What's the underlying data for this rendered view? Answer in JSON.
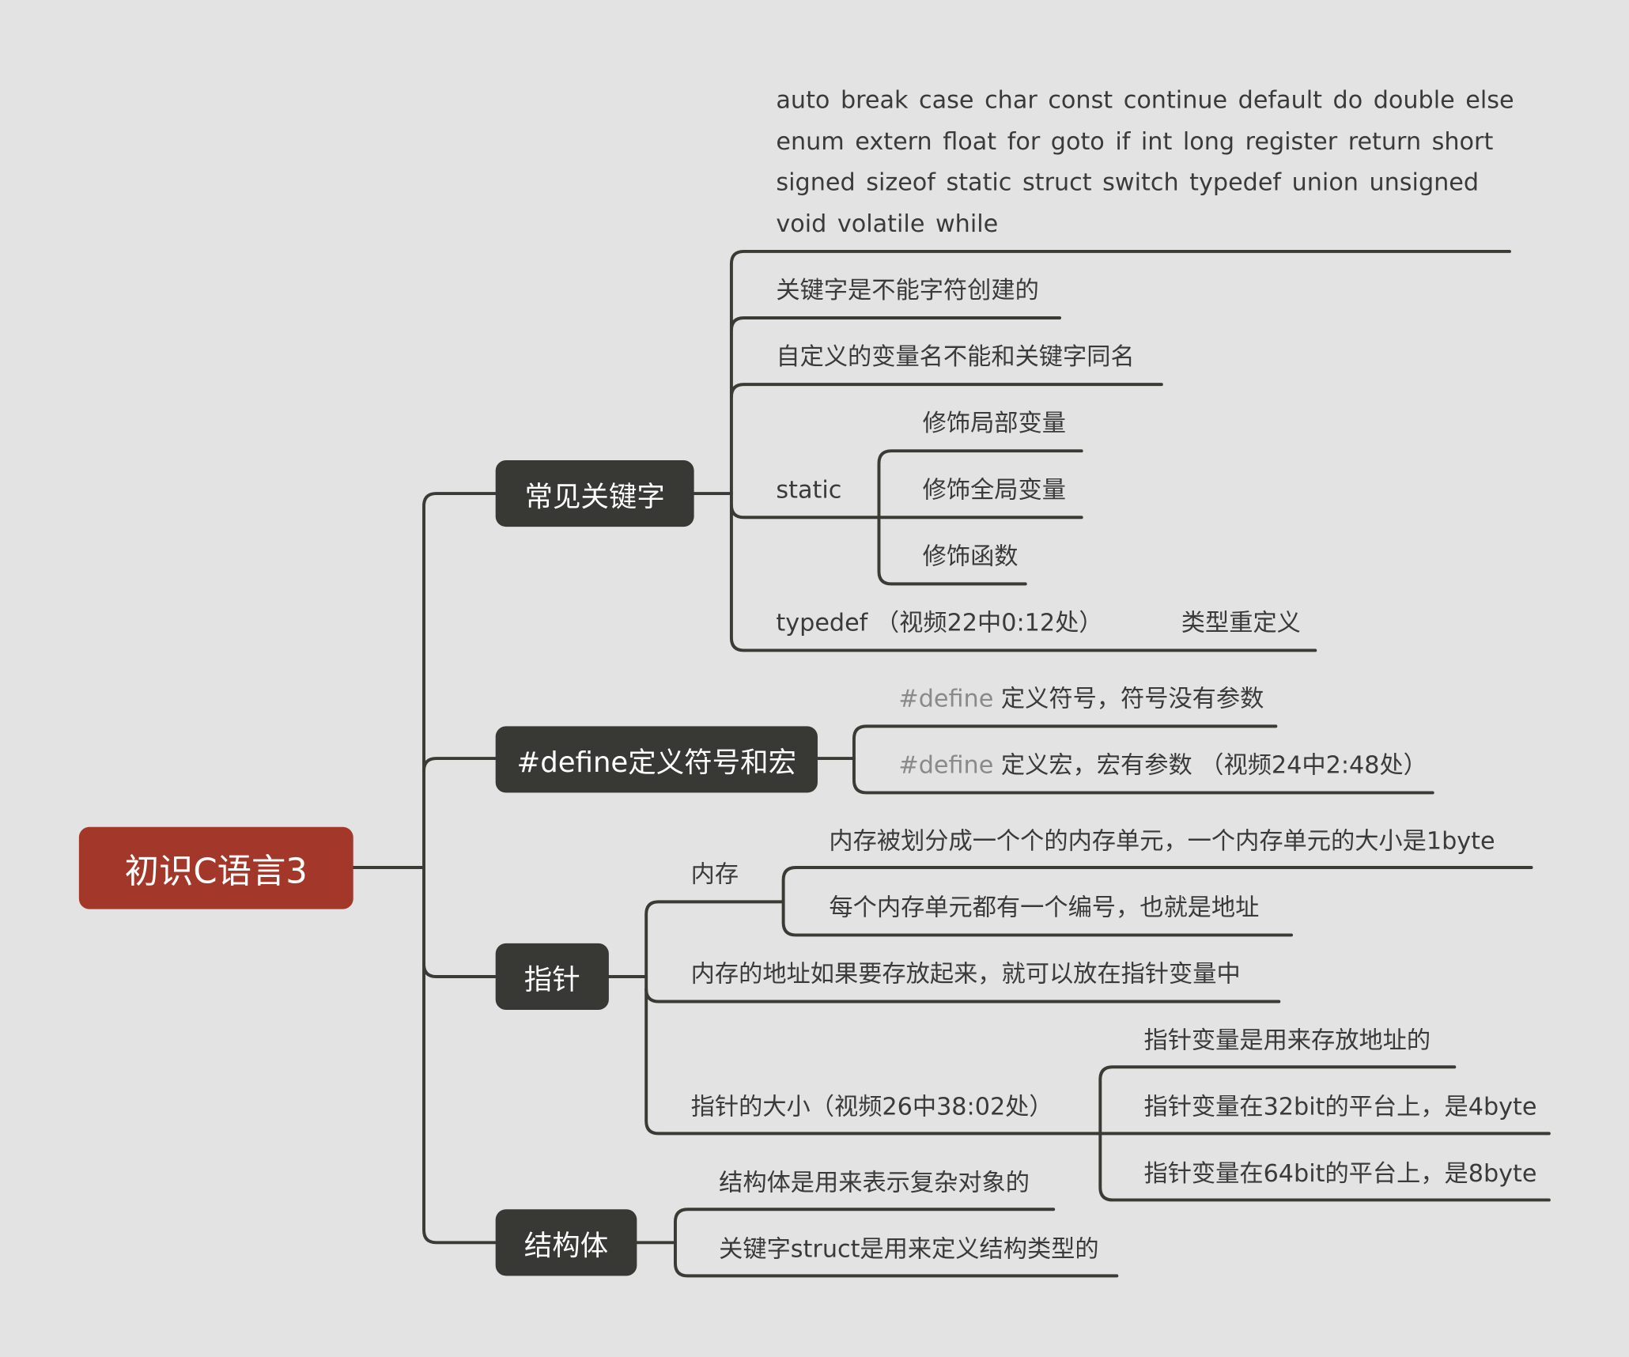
{
  "root": "初识C语言3",
  "colors": {
    "root": "#a3372a",
    "branch": "#383934",
    "line": "#3b3b35",
    "background": "#e3e3e3"
  },
  "keywords": {
    "title": "常见关键字",
    "list": "auto  break  case  char  const  continue  default  do  double else  enum extern float  for  goto  if  int  long  register   return  short  signed  sizeof  static struct  switch  typedef union  unsigned  void  volatile  while",
    "note1": "关键字是不能字符创建的",
    "note2": "自定义的变量名不能和关键字同名",
    "static_label": "static",
    "static_items": [
      "修饰局部变量",
      "修饰全局变量",
      "修饰函数"
    ],
    "typedef_label": "typedef （视频22中0:12处）",
    "typedef_desc": "类型重定义"
  },
  "define": {
    "title": "#define定义符号和宏",
    "item1_prefix": "#define",
    "item1_text": " 定义符号，符号没有参数",
    "item2_prefix": "#define",
    "item2_text": " 定义宏，宏有参数 （视频24中2:48处）"
  },
  "pointer": {
    "title": "指针",
    "memory_label": "内存",
    "memory_items": [
      "内存被划分成一个个的内存单元，一个内存单元的大小是1byte",
      "每个内存单元都有一个编号，也就是地址"
    ],
    "store": "内存的地址如果要存放起来，就可以放在指针变量中",
    "size_label": "指针的大小（视频26中38:02处）",
    "size_items": [
      "指针变量是用来存放地址的",
      "指针变量在32bit的平台上，是4byte",
      "指针变量在64bit的平台上，是8byte"
    ]
  },
  "struct": {
    "title": "结构体",
    "items": [
      "结构体是用来表示复杂对象的",
      "关键字struct是用来定义结构类型的"
    ]
  }
}
